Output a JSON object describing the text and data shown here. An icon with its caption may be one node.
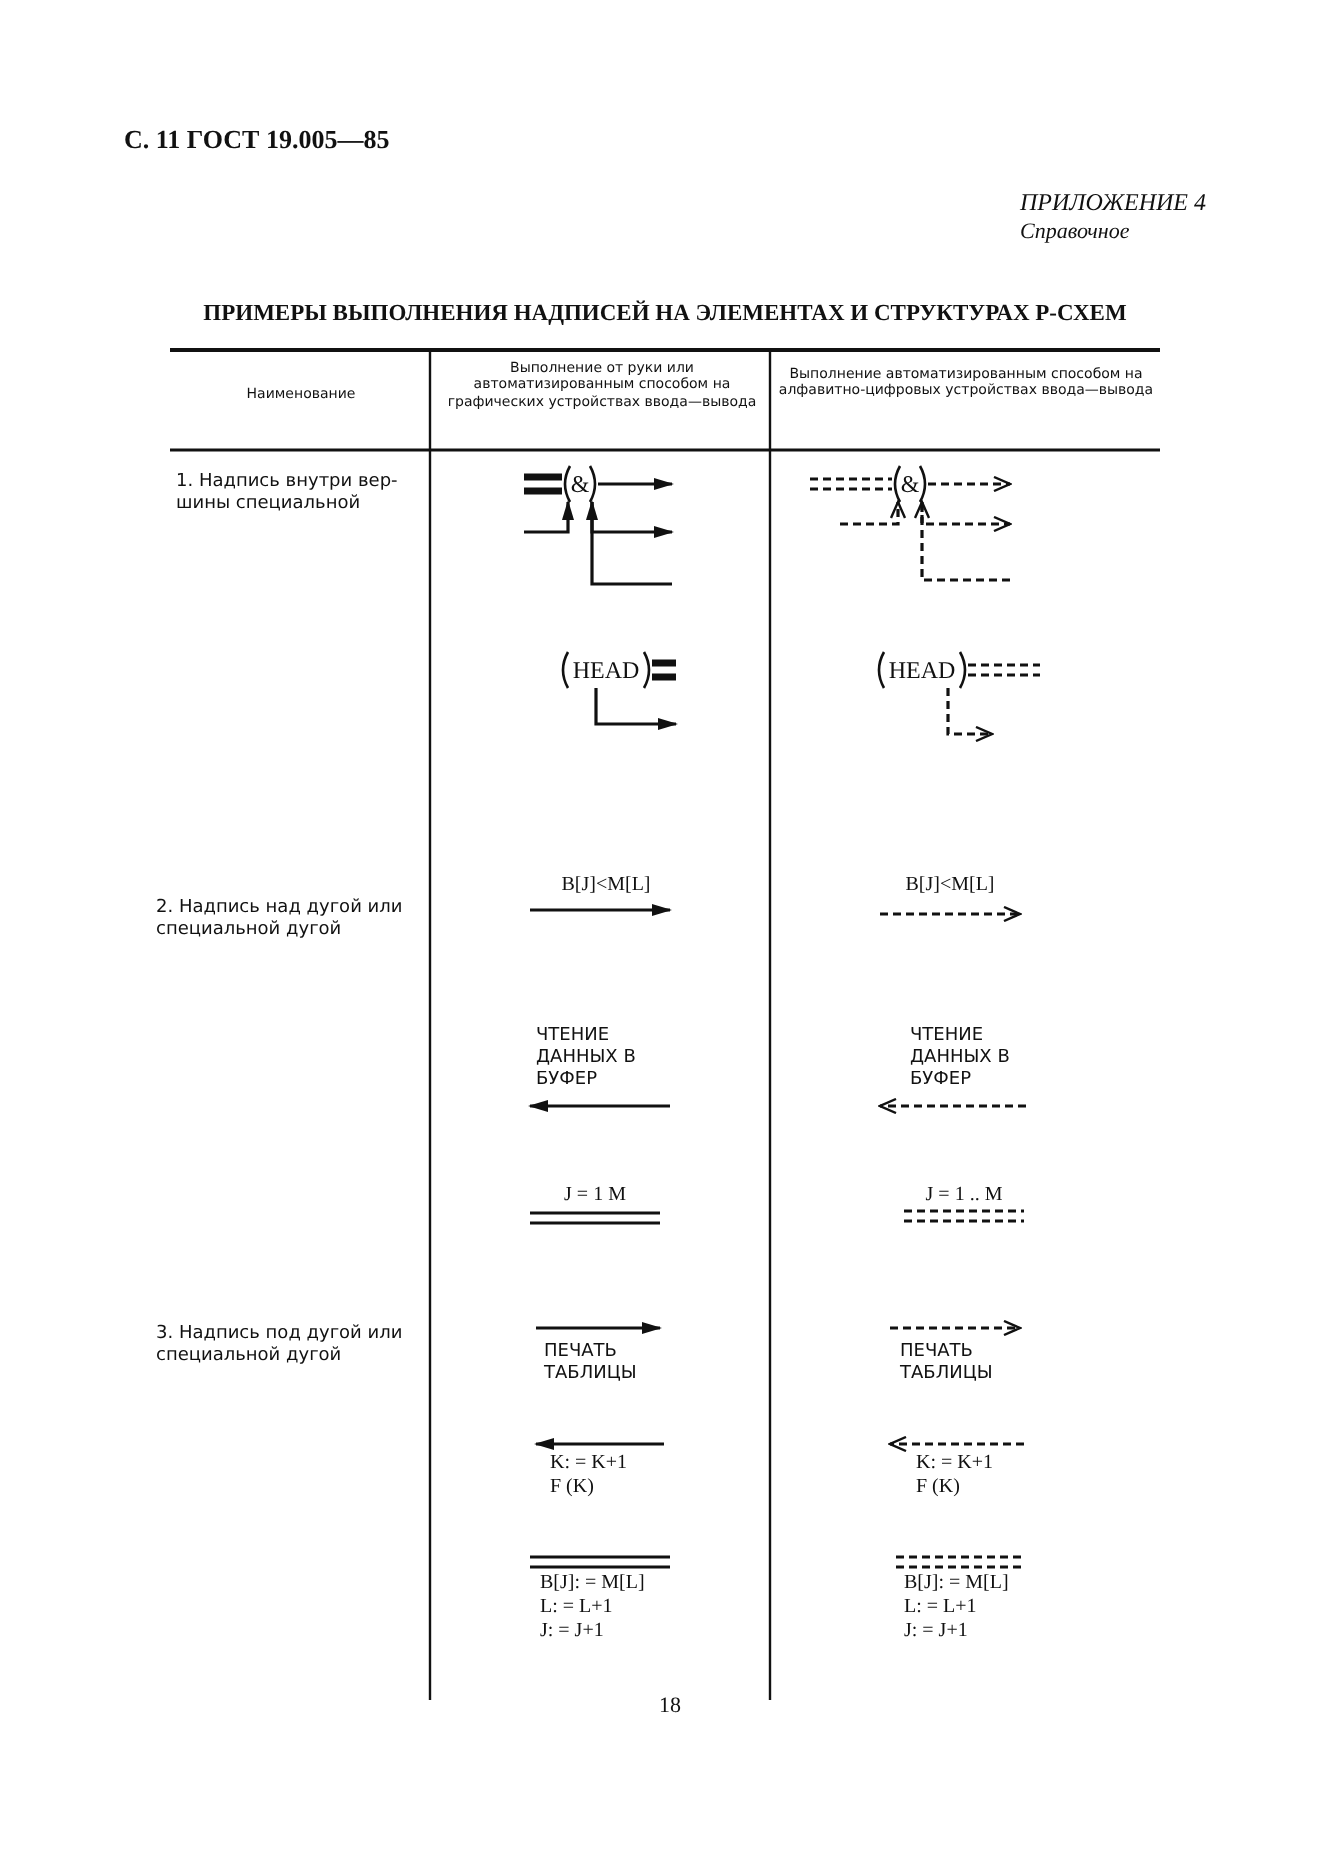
{
  "diagram": {
    "title": "ПРИМЕРЫ ВЫПОЛНЕНИЯ НАДПИСЕЙ НА ЭЛЕМЕНТАХ И СТРУКТУРАХ Р-СХЕМ",
    "nodes": [
      {
        "text": [
          "&"
        ]
      },
      {
        "text": [
          "&"
        ]
      },
      {
        "text": [
          "HEAD"
        ]
      },
      {
        "text": [
          "HEAD"
        ]
      }
    ],
    "edges": [
      {
        "from": null,
        "to": 0,
        "arrow": "none",
        "style": "thick"
      },
      {
        "from": 0,
        "to": null,
        "arrow": "to"
      },
      {
        "from": null,
        "to": 0,
        "arrow": "to"
      },
      {
        "from": 0,
        "to": null,
        "arrow": "to"
      },
      {
        "from": null,
        "to": 0,
        "arrow": "to"
      },
      {
        "from": null,
        "to": 1,
        "arrow": "none",
        "style": "dashed"
      },
      {
        "from": 1,
        "to": null,
        "arrow": "to",
        "style": "dashed"
      },
      {
        "from": null,
        "to": 1,
        "arrow": "to",
        "style": "dashed"
      },
      {
        "from": 1,
        "to": null,
        "arrow": "to",
        "style": "dashed"
      },
      {
        "from": null,
        "to": 1,
        "arrow": "to",
        "style": "dashed"
      },
      {
        "from": 2,
        "to": null,
        "arrow": "none",
        "style": "thick"
      },
      {
        "from": 2,
        "to": null,
        "arrow": "to"
      },
      {
        "from": 3,
        "to": null,
        "arrow": "none",
        "style": "dashed"
      },
      {
        "from": 3,
        "to": null,
        "arrow": "to",
        "style": "dashed"
      }
    ],
    "labels": [
      "С. 11 ГОСТ 19.005—85",
      "ПРИЛОЖЕНИЕ 4",
      "Справочное",
      "Наименование",
      "Выполнение от руки или автоматизированным способом на графических устройствах ввода—вывода",
      "Выполнение автоматизированным способом на алфавитно-цифровых устройствах ввода—вывода",
      "1. Надпись внутри вер-шины специальной",
      "2. Надпись над дугой или специальной дугой",
      "B[J]<M[L]",
      "B[J]<M[L]",
      "ЧТЕНИЕ ДАННЫХ В БУФЕР",
      "ЧТЕНИЕ ДАННЫХ В БУФЕР",
      "J = 1 M",
      "J = 1 .. M",
      "3. Надпись под дугой или специальной дугой",
      "ПЕЧАТЬ ТАБЛИЦЫ",
      "ПЕЧАТЬ ТАБЛИЦЫ",
      "K: = K+1",
      "F (K)",
      "K: = K+1",
      "F (K)",
      "B[J]: = M[L]",
      "L: = L+1",
      "J: = J+1",
      "B[J]: = M[L]",
      "L: = L+1",
      "J: = J+1",
      "18"
    ]
  }
}
